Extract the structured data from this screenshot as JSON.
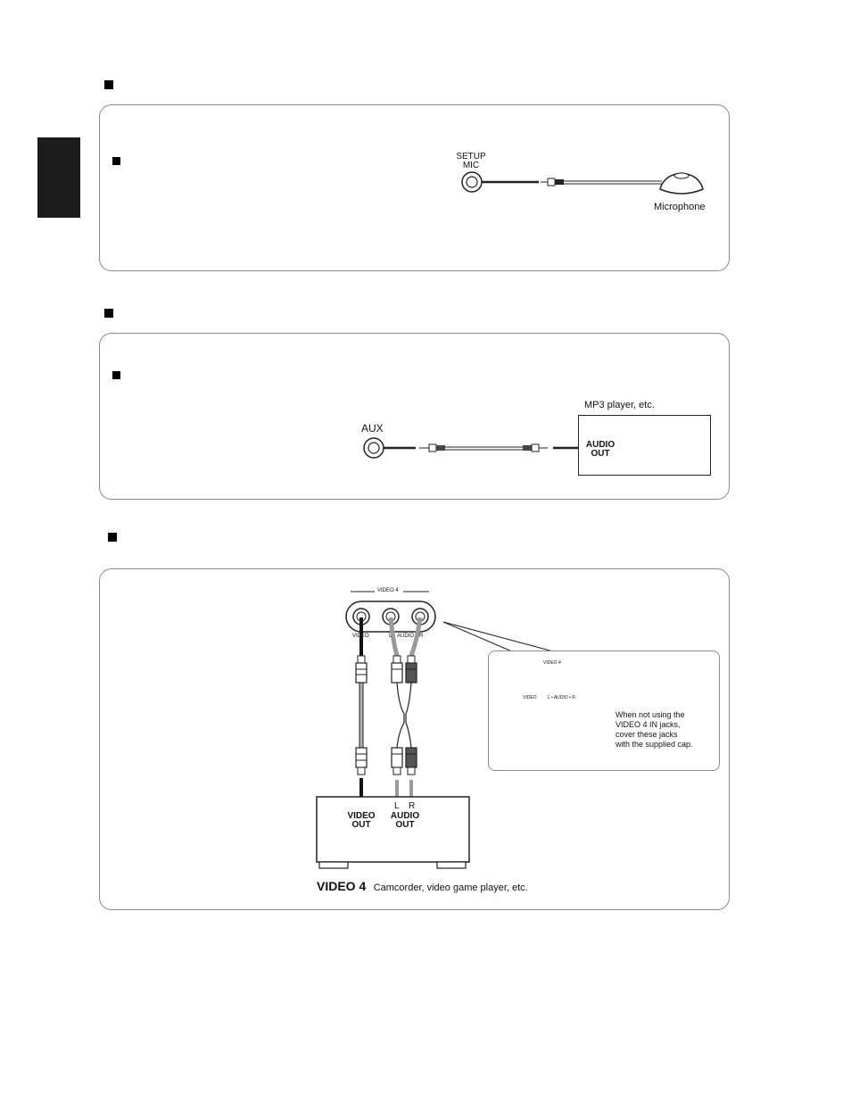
{
  "section1": {
    "mic_jack_label_line1": "SETUP",
    "mic_jack_label_line2": "MIC",
    "microphone_label": "Microphone"
  },
  "section2": {
    "aux_label": "AUX",
    "device_label": "MP3 player, etc.",
    "audio_out_line1": "AUDIO",
    "audio_out_line2": "OUT"
  },
  "section3": {
    "panel_title": "VIDEO 4",
    "jack_labels": [
      "VIDEO",
      "L",
      "AUDIO",
      "R"
    ],
    "cable_left_label": "L",
    "cable_right_label": "R",
    "video_out_line1": "VIDEO",
    "video_out_line2": "OUT",
    "audio_out_line1": "AUDIO",
    "audio_out_line2": "OUT",
    "caption_bold": "VIDEO 4",
    "caption_text": "Camcorder, video game player, etc.",
    "inset": {
      "panel_title": "VIDEO 4",
      "jack_video": "VIDEO",
      "jack_audio": "L • AUDIO • R",
      "note_line1": "When not using the",
      "note_line2": "VIDEO 4 IN jacks,",
      "note_line3": "cover these jacks",
      "note_line4": "with the supplied cap."
    }
  }
}
